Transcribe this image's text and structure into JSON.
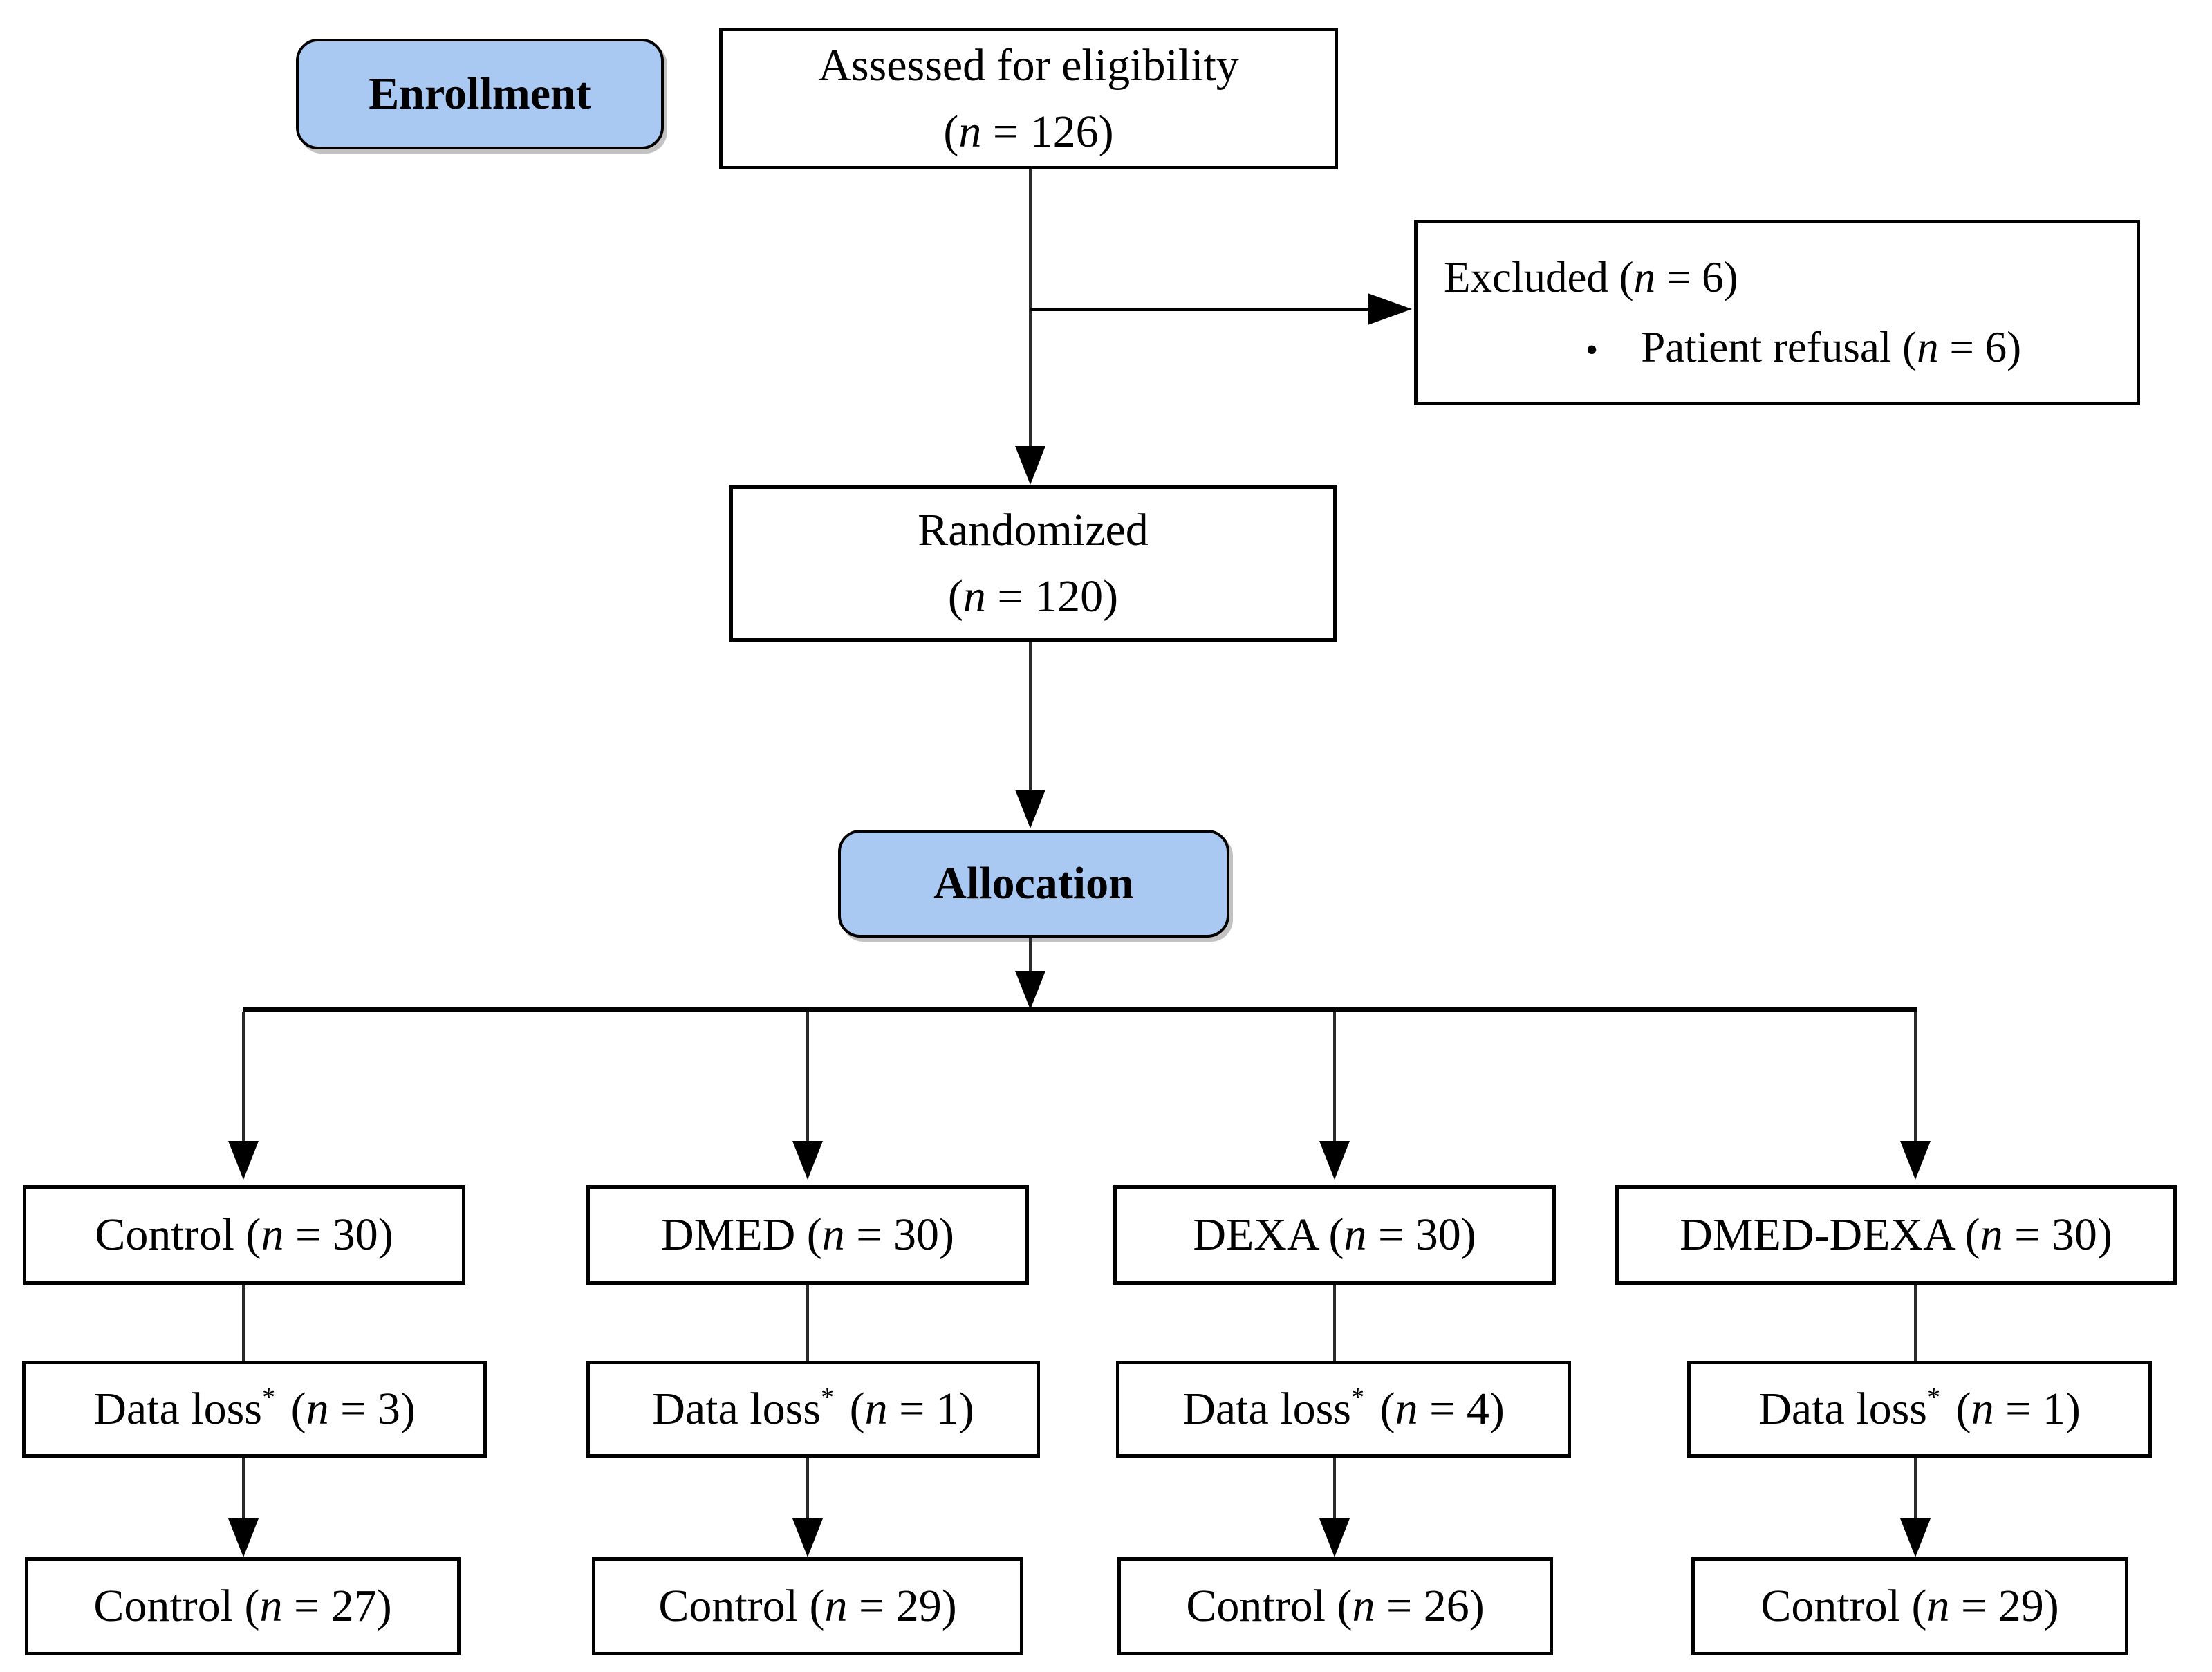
{
  "figure": {
    "type": "consort-flow-diagram",
    "colors": {
      "stage_fill": "#a9c9f3",
      "line": "#000000",
      "background": "#ffffff",
      "text": "#000000"
    }
  },
  "stages": {
    "enrollment_label": "Enrollment",
    "allocation_label": "Allocation"
  },
  "assessed": {
    "line1": "Assessed for eligibility",
    "line2": "(n = 126)"
  },
  "excluded": {
    "title": "Excluded (n = 6)",
    "bullet_marker": "•",
    "bullet_text": "Patient refusal (n = 6)"
  },
  "randomized": {
    "line1": "Randomized",
    "line2": "(n = 120)"
  },
  "arms": [
    {
      "allocated": "Control (n = 30)",
      "data_loss": "Data loss* (n = 3)",
      "final": "Control (n = 27)"
    },
    {
      "allocated": "DMED (n = 30)",
      "data_loss": "Data loss* (n = 1)",
      "final": "Control (n = 29)"
    },
    {
      "allocated": "DEXA (n = 30)",
      "data_loss": "Data loss* (n = 4)",
      "final": "Control (n = 26)"
    },
    {
      "allocated": "DMED-DEXA (n = 30)",
      "data_loss": "Data loss* (n = 1)",
      "final": "Control (n = 29)"
    }
  ]
}
